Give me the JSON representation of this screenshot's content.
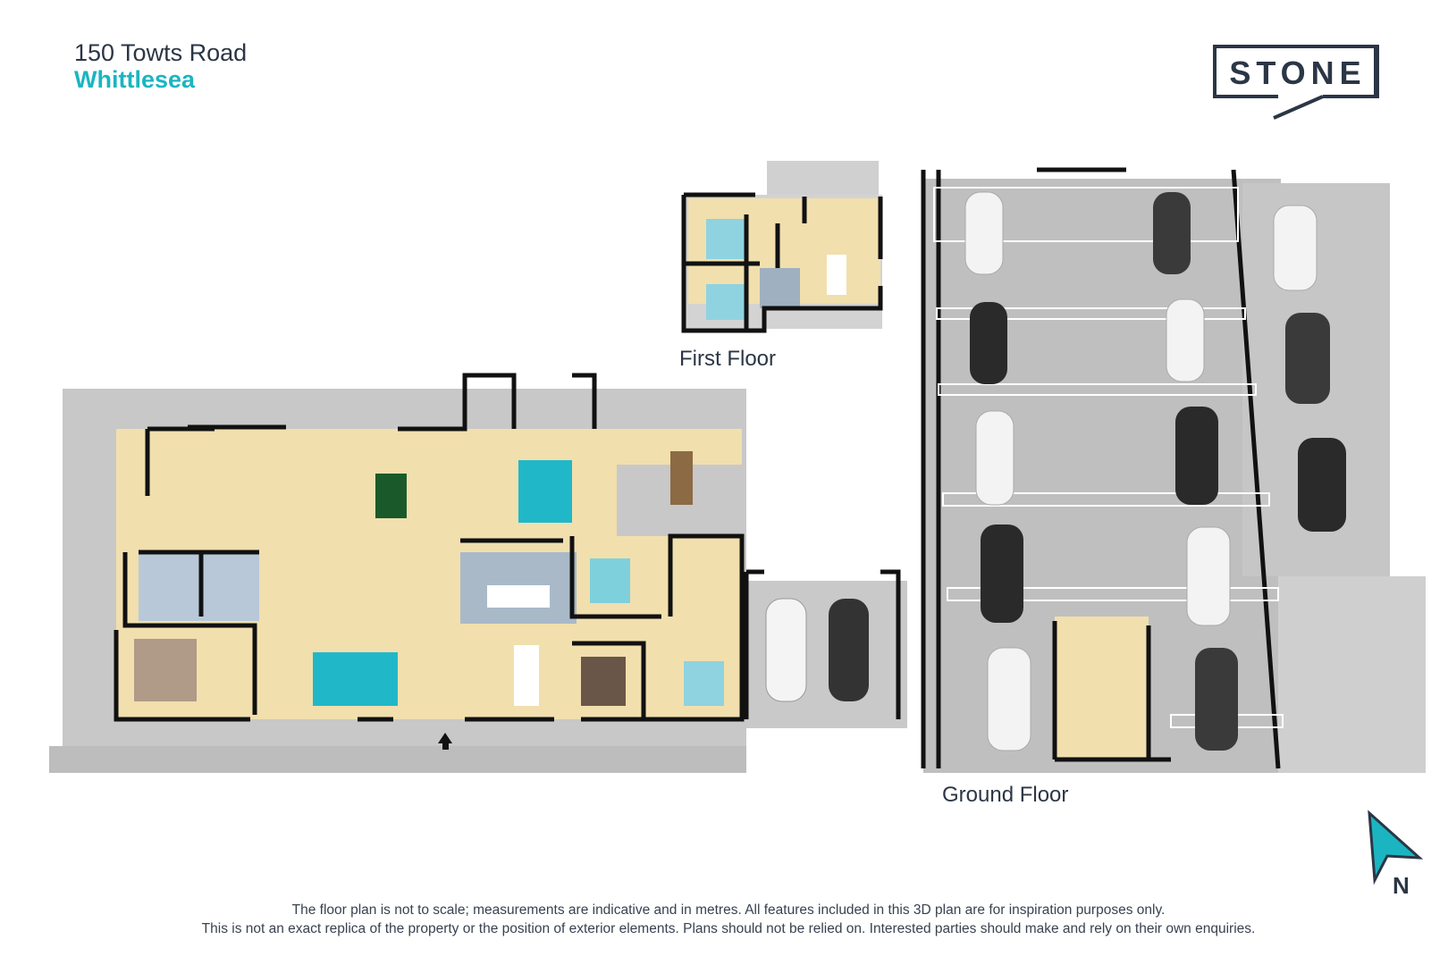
{
  "header": {
    "address": "150 Towts Road",
    "suburb": "Whittlesea"
  },
  "logo": {
    "text": "STONE"
  },
  "labels": {
    "first_floor": "First Floor",
    "ground_floor": "Ground Floor"
  },
  "compass": {
    "letter": "N"
  },
  "disclaimer": {
    "line1": "The floor plan is not to scale; measurements are indicative and in metres. All features included in this 3D plan are for inspiration purposes only.",
    "line2": "This is not an exact replica of the property or the position of exterior elements. Plans should not be relied on. Interested parties should make and rely on their own enquiries."
  },
  "colors": {
    "accent": "#1bb5c1",
    "text": "#2b3646",
    "floor": "#f1dfae",
    "paving": "#c9c9c9",
    "wall": "#111111"
  }
}
